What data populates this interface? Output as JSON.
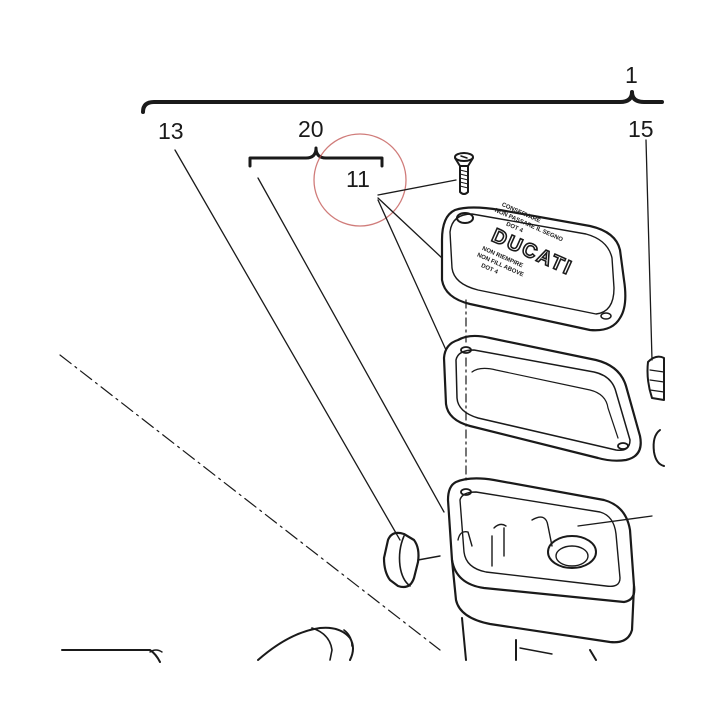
{
  "callouts": {
    "assembly": "1",
    "seal": "13",
    "kit": "20",
    "screw": "11",
    "sensor": "15"
  },
  "cover_embossing": {
    "brand": "DUCATI",
    "text_lines": [
      "CONSERVARE",
      "NON PASSARE IL SEGNO",
      "DOT 4",
      "NON RIEMPIRE",
      "NON FILL ABOVE",
      "DOT 4"
    ]
  },
  "colors": {
    "linework": "#1a1a1a",
    "highlight_circle": "#c0504d",
    "background": "#ffffff"
  }
}
